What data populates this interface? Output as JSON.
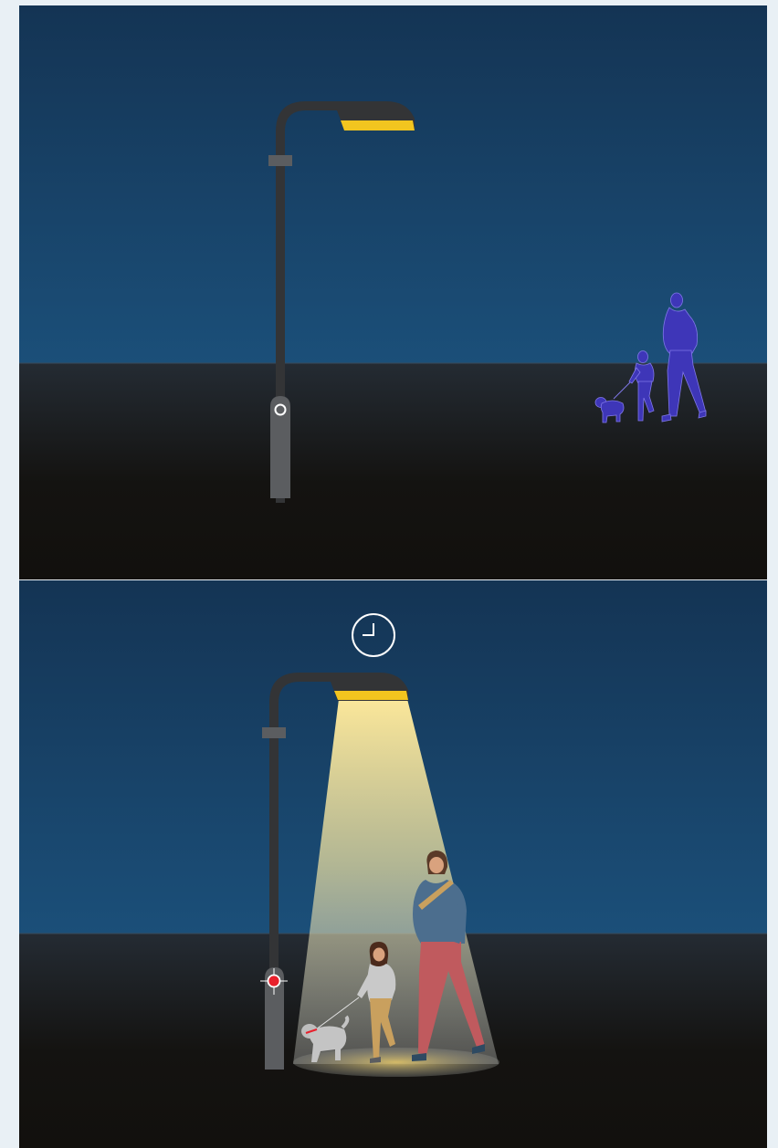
{
  "colors": {
    "page_background": "#e9f0f5",
    "sky_top": "#143454",
    "sky_bottom": "#1a4e78",
    "ground_top": "#232a31",
    "ground_bottom": "#12100e",
    "pole": "#333436",
    "pole_base": "#5b5d60",
    "lamp_light": "#f2c51f",
    "night_figures": "#4a3fc8",
    "motion_sensor_active": "#e8202c"
  },
  "panels": [
    {
      "name": "lamp-dim-no-pedestrians",
      "lamp_state": "off",
      "sensor_state": "idle"
    },
    {
      "name": "lamp-lit-pedestrians-detected",
      "lamp_state": "on",
      "sensor_state": "detected",
      "icon": "clock-icon"
    }
  ]
}
